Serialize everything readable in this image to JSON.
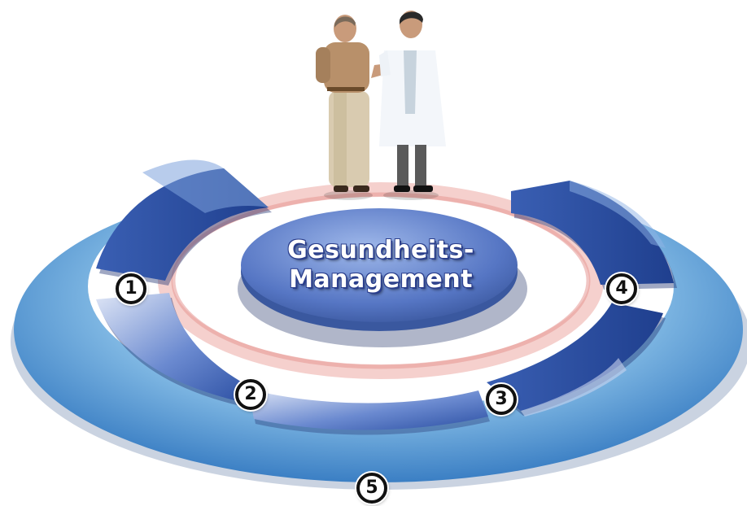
{
  "center_label": {
    "line1": "Gesundheits-",
    "line2": "Management"
  },
  "badges": {
    "b1": "1",
    "b2": "2",
    "b3": "3",
    "b4": "4",
    "b5": "5"
  },
  "colors": {
    "outer_ring": "#7fb8e2",
    "segment_dark": "#2f55a6",
    "segment_light": "#c9d4ee",
    "center_disc": "#5e81cf",
    "glow_ring": "#e8a7a4"
  }
}
